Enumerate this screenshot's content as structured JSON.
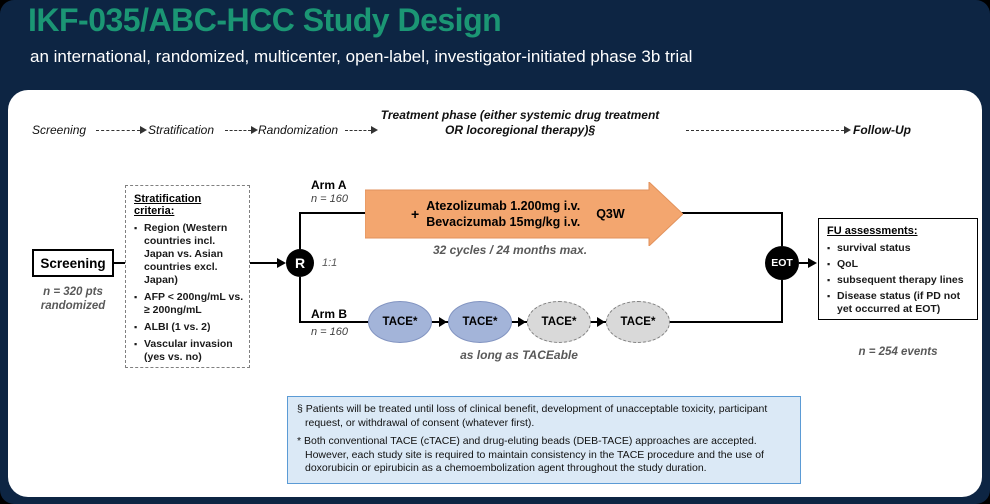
{
  "header": {
    "title": "IKF-035/ABC-HCC Study Design",
    "subtitle": "an international, randomized, multicenter, open-label, investigator-initiated phase 3b trial"
  },
  "phases": {
    "screening": "Screening",
    "stratification": "Stratification",
    "randomization": "Randomization",
    "treatment": "Treatment phase (either systemic drug treatment OR locoregional therapy)§",
    "followup": "Follow-Up"
  },
  "screening_box": {
    "label": "Screening",
    "note": "n = 320 pts randomized"
  },
  "stratification_box": {
    "title": "Stratification criteria:",
    "items": [
      "Region (Western countries incl. Japan vs. Asian countries excl. Japan)",
      "AFP < 200ng/mL vs. ≥ 200ng/mL",
      "ALBI (1 vs. 2)",
      "Vascular invasion (yes vs. no)"
    ]
  },
  "randomization_node": {
    "label": "R",
    "ratio": "1:1"
  },
  "arm_a": {
    "name": "Arm A",
    "n": "n = 160",
    "plus": "+",
    "drug_line1": "Atezolizumab 1.200mg i.v.",
    "drug_line2": "Bevacizumab 15mg/kg i.v.",
    "schedule": "Q3W",
    "duration_note": "32 cycles / 24 months max."
  },
  "arm_b": {
    "name": "Arm B",
    "n": "n = 160",
    "tace_label": "TACE*",
    "note": "as long as TACEable"
  },
  "eot_node": {
    "label": "EOT"
  },
  "fu_box": {
    "title": "FU assessments:",
    "items": [
      "survival status",
      "QoL",
      "subsequent therapy lines",
      "Disease status (if PD not yet occurred at EOT)"
    ],
    "note": "n = 254 events"
  },
  "footnotes": {
    "line1": "§ Patients will be treated until loss of clinical benefit, development of unacceptable toxicity, participant request, or withdrawal of consent (whatever first).",
    "line2": "* Both conventional TACE (cTACE) and drug-eluting beads (DEB-TACE) approaches are accepted. However, each study site is required to maintain consistency in the TACE procedure and the use of doxorubicin or epirubicin as a chemoembolization agent throughout the study duration."
  },
  "colors": {
    "background_navy": "#0d2543",
    "title_green": "#1b9674",
    "arrow_orange": "#f3a66f",
    "tace_blue": "#a3b4d9",
    "tace_gray": "#d9d9d9",
    "footnote_bg": "#dbe9f6",
    "footnote_border": "#5b9bd5",
    "muted_gray": "#595959"
  }
}
